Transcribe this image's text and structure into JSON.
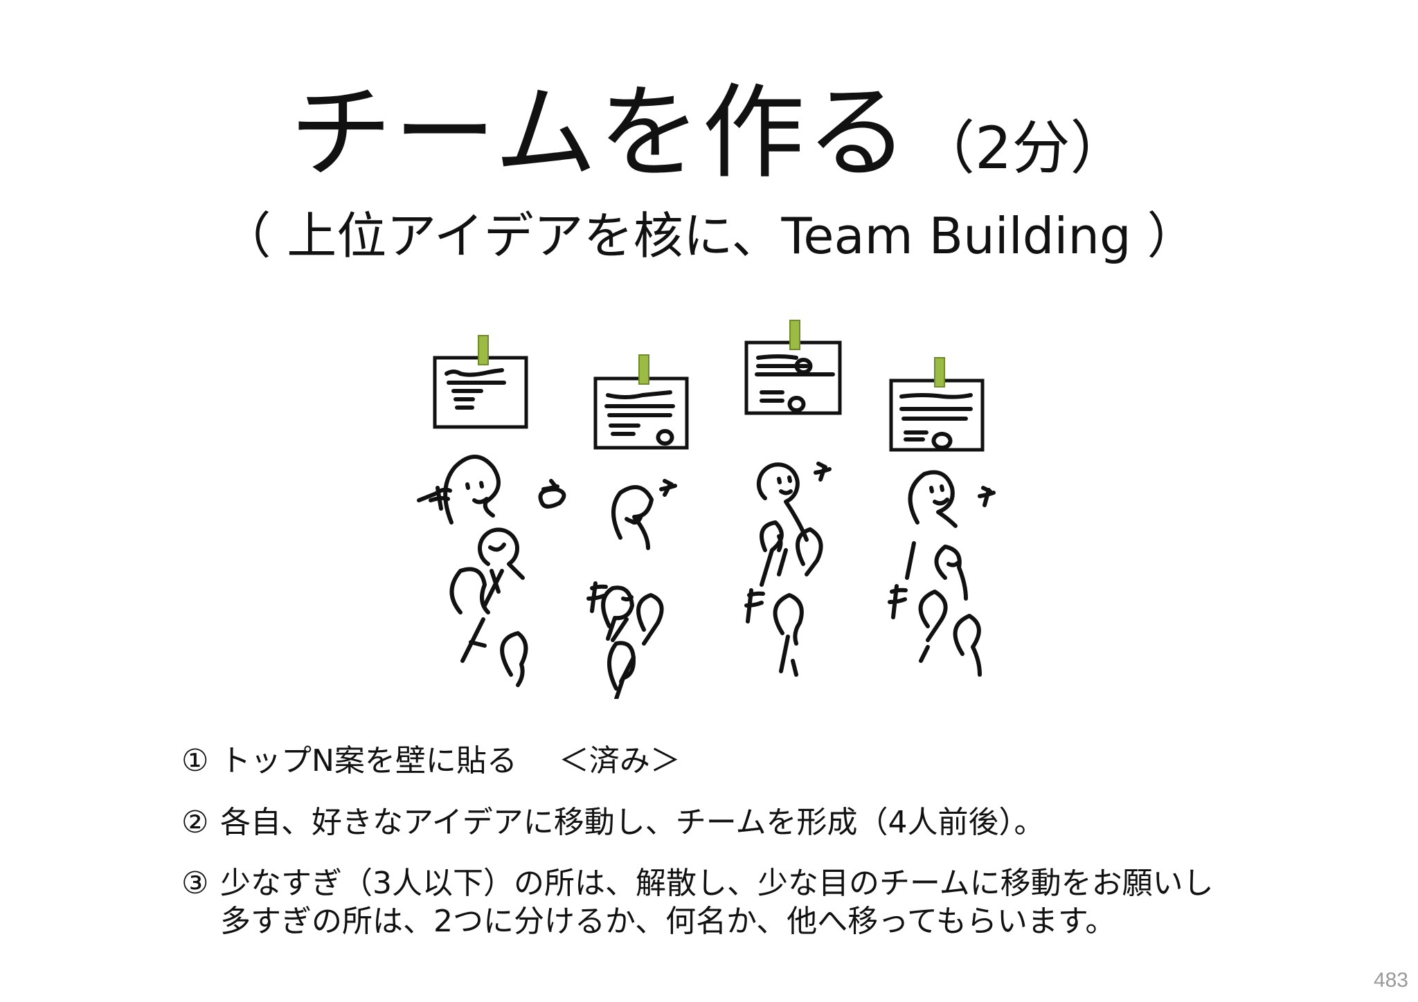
{
  "slide": {
    "title": "チームを作る",
    "duration": "（2分）",
    "subtitle": "（ 上位アイデアを核に、Team Building ）",
    "steps": [
      {
        "num": "①",
        "text": "トップN案を壁に貼る",
        "note": "＜済み＞"
      },
      {
        "num": "②",
        "text": "各自、好きなアイデアに移動し、チームを形成（4人前後）。"
      },
      {
        "num": "③",
        "line1": "少なすぎ（3人以下）の所は、解散し、少な目のチームに移動をお願いし",
        "line2": "多すぎの所は、2つに分けるか、何名か、他へ移ってもらいます。"
      }
    ],
    "page_number": "483",
    "colors": {
      "pin": "#9bbb45",
      "ink": "#111111",
      "page_number": "#999999"
    }
  }
}
